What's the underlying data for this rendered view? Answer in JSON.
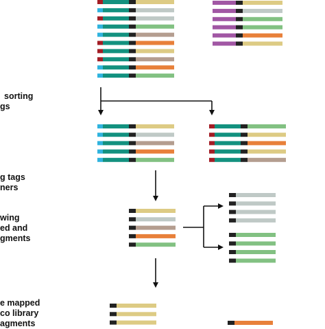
{
  "colors": {
    "tag_red": "#a31d25",
    "tag_cyan": "#2fb3de",
    "teal": "#13917f",
    "black": "#222222",
    "yellow": "#ddcb84",
    "gray": "#bfc9c6",
    "green": "#82c182",
    "taupe": "#b49d8f",
    "orange": "#e8803a",
    "purple": "#a157a4"
  },
  "steps": [
    {
      "lines": [
        "sorting",
        "gs"
      ]
    },
    {
      "lines": [
        "g tags",
        "ners"
      ]
    },
    {
      "lines": [
        "wing",
        "ed and",
        "gments"
      ]
    },
    {
      "lines": [
        "e mapped",
        "co library",
        "agments"
      ]
    }
  ],
  "groups": {
    "mixed_pool": [
      "red-yellow",
      "cyan-gray",
      "red-gray",
      "cyan-green",
      "cyan-taupe",
      "red-orange",
      "red-yellow",
      "red-taupe",
      "cyan-orange",
      "cyan-green"
    ],
    "purple_pool": [
      "purple-yellow",
      "purple-gray",
      "purple-green",
      "purple-green",
      "purple-orange",
      "purple-yellow"
    ],
    "sorted_cyan": [
      "cyan-yellow",
      "cyan-gray",
      "cyan-taupe",
      "cyan-orange",
      "cyan-green"
    ],
    "sorted_red": [
      "red-green",
      "red-yellow",
      "red-orange",
      "red-yellow",
      "red-taupe"
    ],
    "trimmed": [
      "yellow",
      "gray",
      "taupe",
      "orange",
      "green"
    ],
    "split_gray": [
      "gray",
      "gray",
      "gray",
      "gray"
    ],
    "split_green": [
      "green",
      "green",
      "green",
      "green"
    ],
    "mapped": [
      "yellow",
      "yellow",
      "yellow"
    ],
    "mapped_right": [
      "orange"
    ]
  }
}
